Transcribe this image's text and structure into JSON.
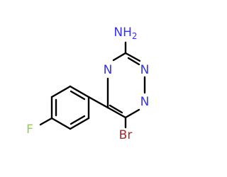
{
  "molecule": {
    "colors": {
      "bond": "#000000",
      "nitrogen": "#3333ee",
      "bromine": "#a52a2a",
      "fluorine": "#90d050"
    },
    "labels": {
      "nh2": "NH",
      "nh2_subscript": "2",
      "n4": "N",
      "n1": "N",
      "n2": "N",
      "br": "Br",
      "f": "F"
    }
  }
}
